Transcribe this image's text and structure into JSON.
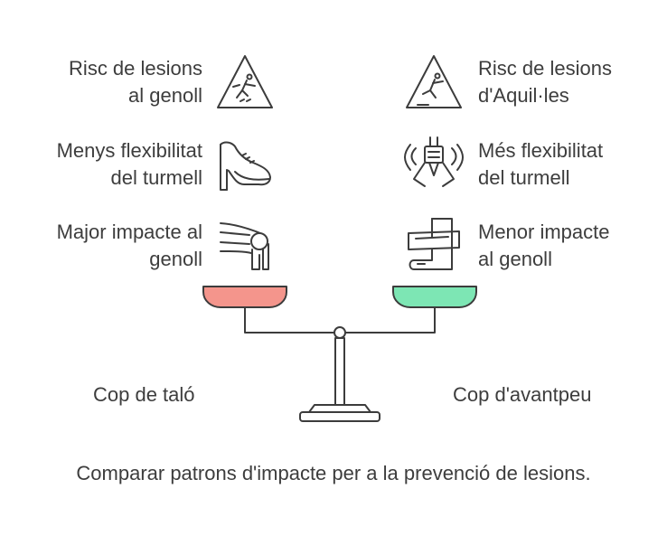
{
  "left": {
    "items": [
      {
        "line1": "Risc de lesions",
        "line2": "al genoll",
        "icon": "falling-person-warning-icon"
      },
      {
        "line1": "Menys flexibilitat",
        "line2": "del turmell",
        "icon": "high-heel-shoe-icon"
      },
      {
        "line1": "Major impacte al",
        "line2": "genoll",
        "icon": "knee-joint-icon"
      }
    ],
    "base_label": "Cop de taló",
    "pan_color": "#f4958c"
  },
  "right": {
    "items": [
      {
        "line1": "Risc de lesions",
        "line2": "d'Aquil·les",
        "icon": "slipping-person-warning-icon"
      },
      {
        "line1": "Més flexibilitat",
        "line2": "del turmell",
        "icon": "joint-flexibility-icon"
      },
      {
        "line1": "Menor impacte",
        "line2": "al genoll",
        "icon": "bandaged-leg-icon"
      }
    ],
    "base_label": "Cop d'avantpeu",
    "pan_color": "#7de6b4"
  },
  "caption": "Comparar patrons d'impacte per a la prevenció de lesions."
}
